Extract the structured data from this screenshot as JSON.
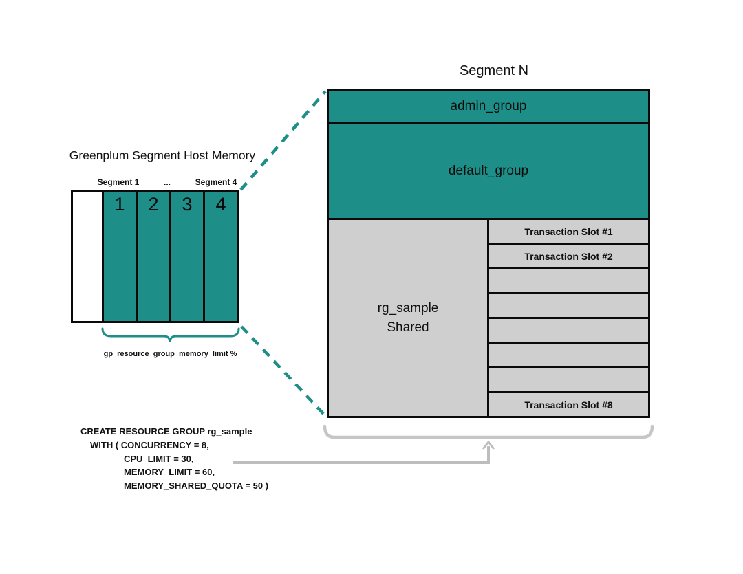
{
  "left_panel": {
    "title": "Greenplum Segment Host Memory",
    "segment_labels": [
      "Segment 1",
      "...",
      "Segment 4"
    ],
    "cells": [
      "1",
      "2",
      "3",
      "4"
    ],
    "brace_caption": "gp_resource_group_memory_limit %"
  },
  "right_panel": {
    "title": "Segment N",
    "admin_group_label": "admin_group",
    "default_group_label": "default_group",
    "shared_label_line1": "rg_sample",
    "shared_label_line2": "Shared",
    "slots": [
      "Transaction Slot #1",
      "Transaction Slot #2",
      "",
      "",
      "",
      "",
      "",
      "Transaction Slot #8"
    ]
  },
  "code": {
    "lines": [
      "CREATE RESOURCE GROUP rg_sample",
      "WITH ( CONCURRENCY = 8,",
      "CPU_LIMIT = 30,",
      "MEMORY_LIMIT = 60,",
      "MEMORY_SHARED_QUOTA = 50 )"
    ]
  },
  "colors": {
    "teal": "#1e8e88",
    "slot_gray": "#cfcfcf",
    "bracket_gray": "#c6c6c6",
    "arrow_gray": "#bdbdbd",
    "border_black": "#0a0a0a"
  }
}
